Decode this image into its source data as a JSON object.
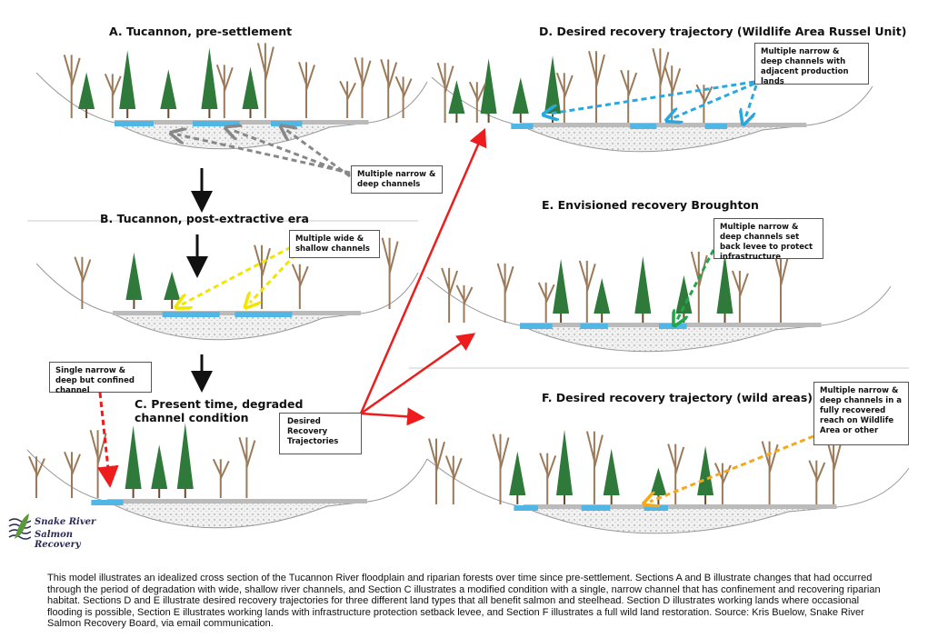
{
  "panels": {
    "a": {
      "title": "A. Tucannon, pre-settlement",
      "callout": "Multiple narrow & deep channels"
    },
    "b": {
      "title": "B. Tucannon, post-extractive era",
      "callout": "Multiple wide & shallow channels"
    },
    "c": {
      "title_line1": "C. Present time, degraded",
      "title_line2": "channel condition",
      "callout": "Single narrow & deep but confined channel"
    },
    "d": {
      "title": "D. Desired recovery trajectory (Wildlife Area Russel Unit)",
      "callout": "Multiple narrow & deep channels with adjacent production lands"
    },
    "e": {
      "title": "E. Envisioned recovery Broughton",
      "callout": "Multiple narrow & deep channels set back levee to protect infrastructure"
    },
    "f": {
      "title": "F. Desired recovery trajectory (wild areas)",
      "callout": "Multiple narrow & deep channels in a fully recovered reach on Wildlife Area or other"
    }
  },
  "trajectories_label": "Desired Recovery Trajectories",
  "logo": {
    "line1": "Snake River",
    "line2": "Salmon Recovery"
  },
  "caption": "This model illustrates an idealized cross section of the Tucannon River floodplain and riparian forests over time since pre-settlement. Sections A and B illustrate changes that had occurred through the period of degradation with wide, shallow river channels, and Section C illustrates a modified condition with a single, narrow channel that has confinement and recovering riparian habitat. Sections D and E illustrate desired recovery trajectories for three different land types that all benefit salmon and steelhead. Section D illustrates working lands where occasional flooding is possible, Section E illustrates working lands with infrastructure protection setback levee, and Section F illustrates a full wild land restoration. Source: Kris Buelow, Snake River Salmon Recovery Board, via email communication.",
  "colors": {
    "water": "#4fb6e6",
    "arrow_red": "#ee1c1c",
    "arrow_grey": "#888888",
    "arrow_yellow": "#f2e600",
    "arrow_blue": "#29a8e0",
    "arrow_green": "#22a64a",
    "arrow_orange": "#f4a81c",
    "conifer": "#2f7a3a"
  }
}
